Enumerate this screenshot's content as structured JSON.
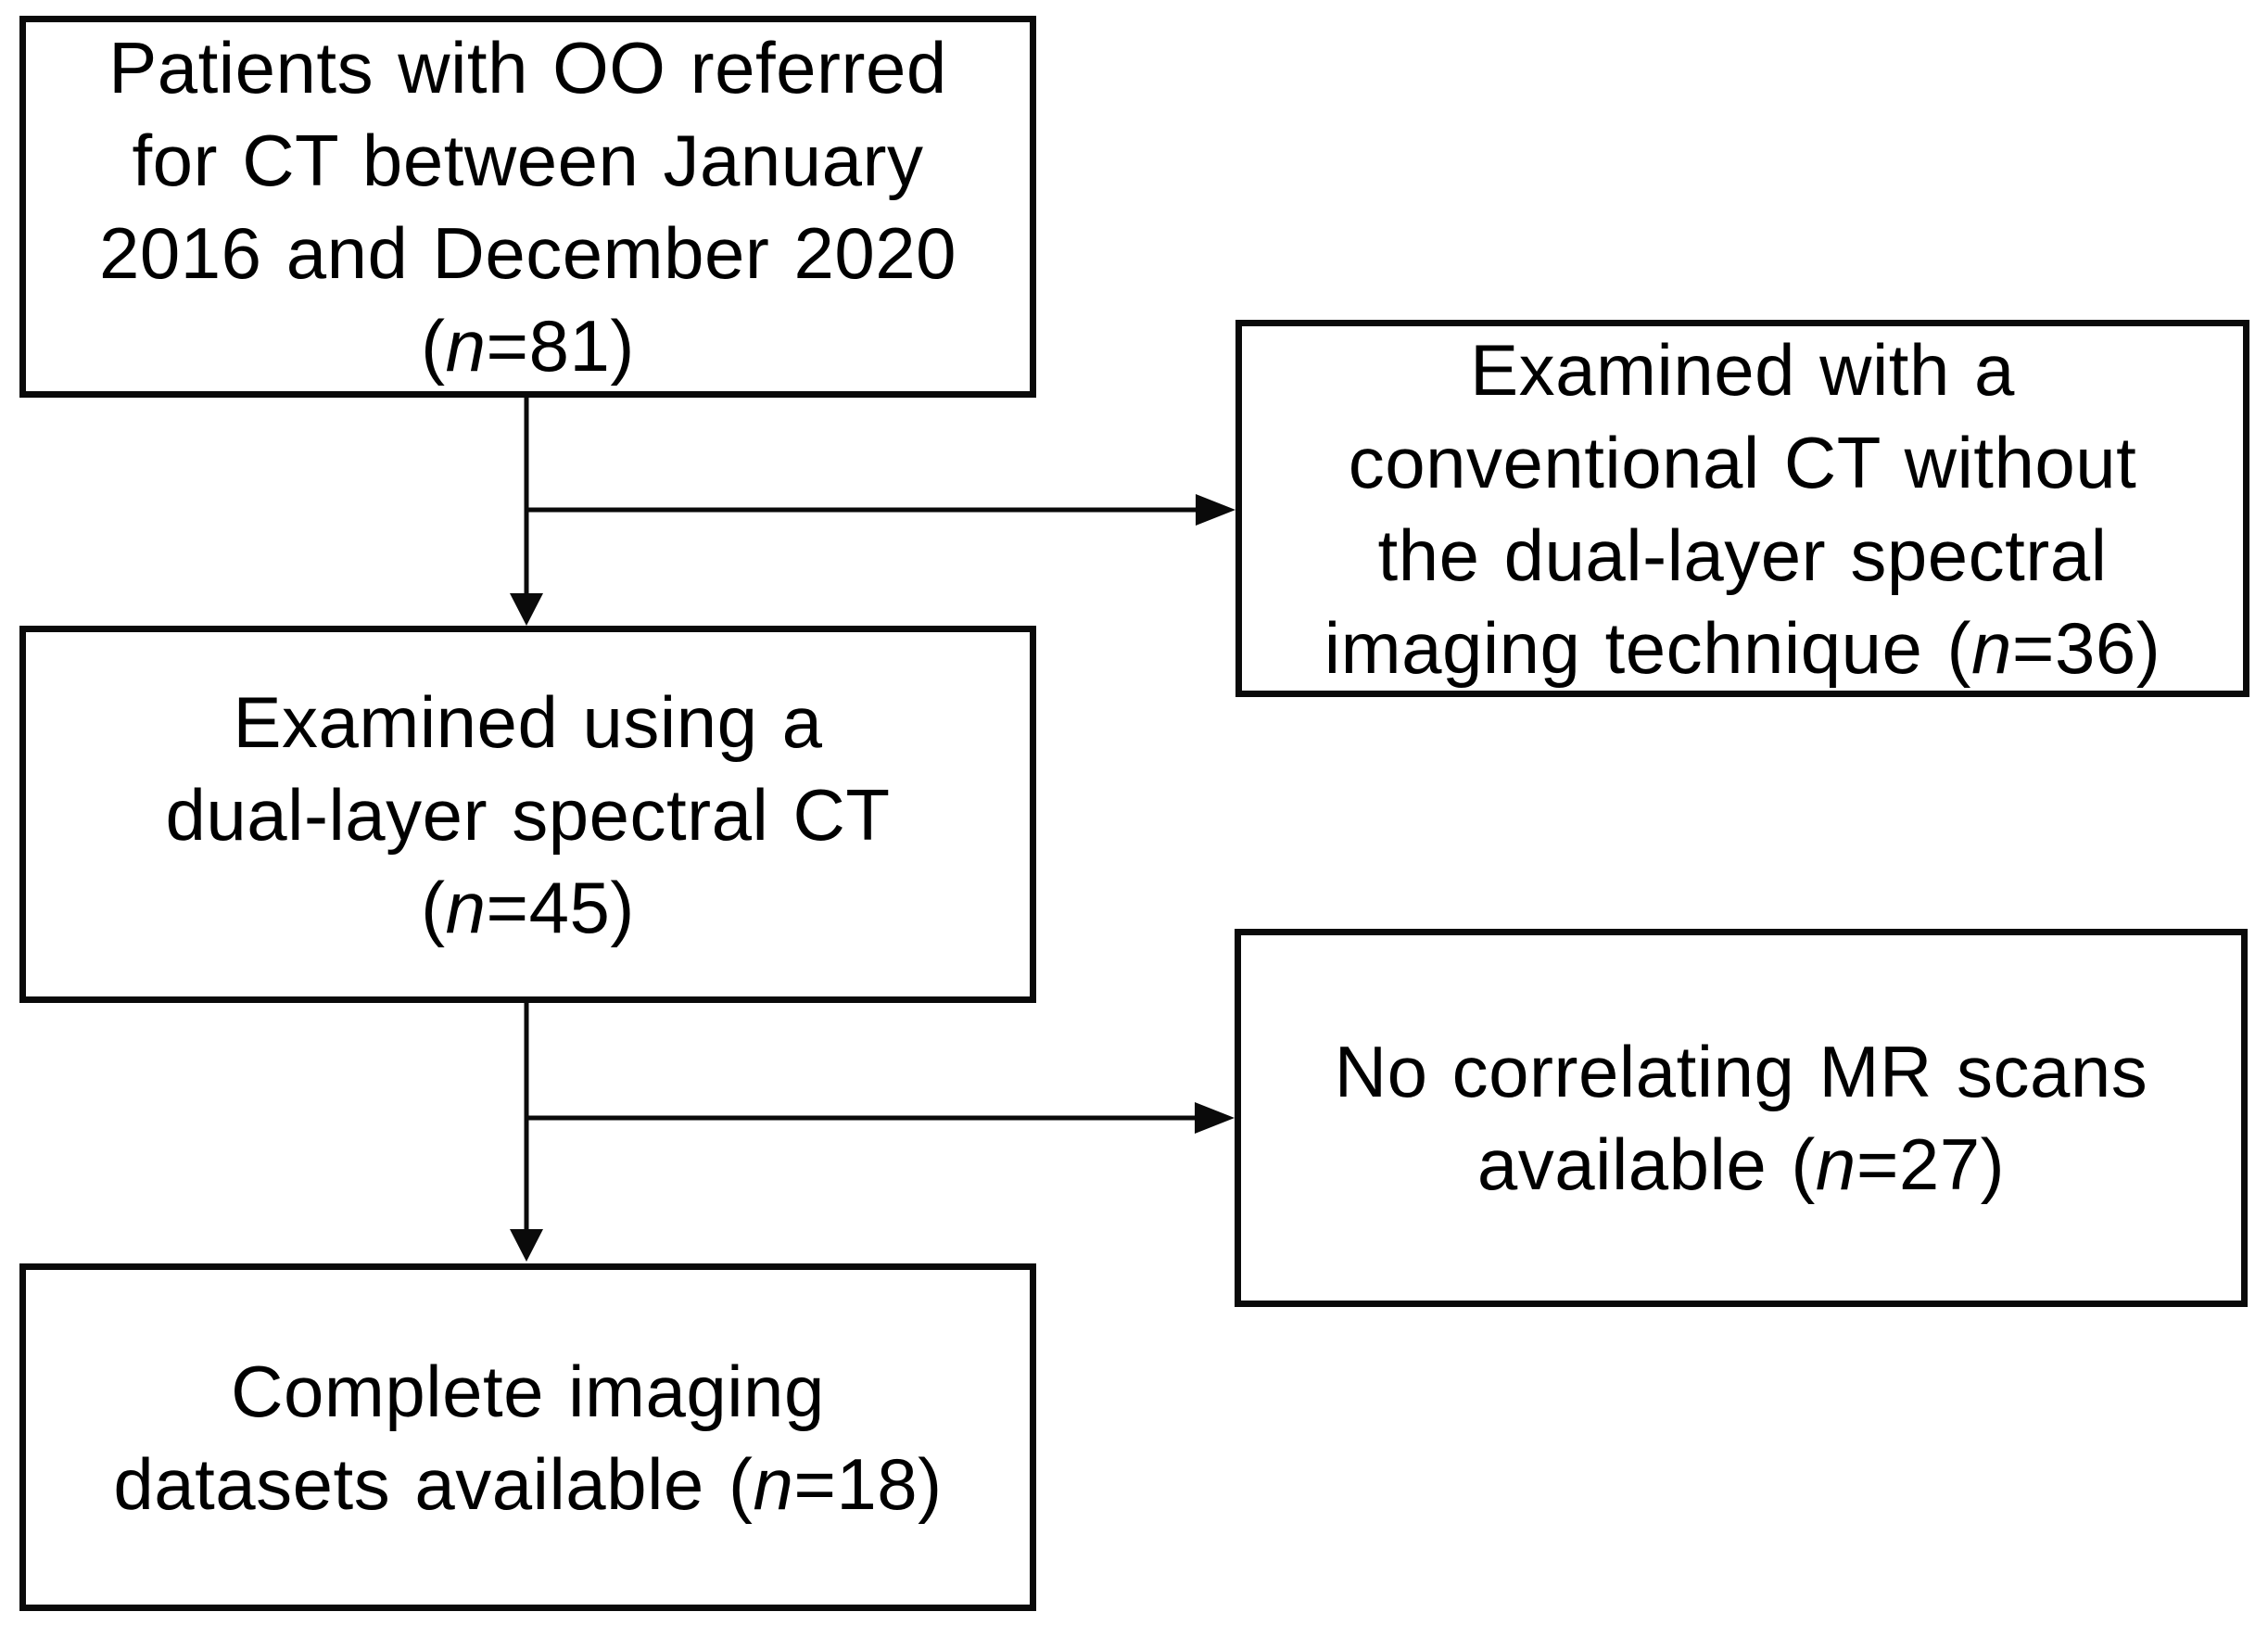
{
  "diagram": {
    "kind": "patient-flow-diagram",
    "colors": {
      "background": "#ffffff",
      "box_border": "#0a0a0a",
      "text": "#000000",
      "arrow": "#0a0a0a"
    },
    "boxes": [
      {
        "id": "patients-referred",
        "n_value": 81,
        "lines": [
          {
            "pre": "Patients with OO referred"
          },
          {
            "pre": "for CT between January"
          },
          {
            "pre": "2016 and December 2020"
          },
          {
            "pre": "(",
            "it": "n",
            "post": "=81)"
          }
        ]
      },
      {
        "id": "conventional-ct",
        "n_value": 36,
        "lines": [
          {
            "pre": "Examined with a"
          },
          {
            "pre": "conventional CT without"
          },
          {
            "pre": "the dual-layer spectral"
          },
          {
            "pre": "imaging technique (",
            "it": "n",
            "post": "=36)"
          }
        ]
      },
      {
        "id": "spectral-ct",
        "n_value": 45,
        "lines": [
          {
            "pre": "Examined using a"
          },
          {
            "pre": "dual-layer spectral CT"
          },
          {
            "pre": "(",
            "it": "n",
            "post": "=45)"
          }
        ]
      },
      {
        "id": "no-mr-scans",
        "n_value": 27,
        "lines": [
          {
            "pre": "No correlating MR scans"
          },
          {
            "pre": "available (",
            "it": "n",
            "post": "=27)"
          }
        ]
      },
      {
        "id": "complete-datasets",
        "n_value": 18,
        "lines": [
          {
            "pre": "Complete imaging"
          },
          {
            "pre": "datasets available (",
            "it": "n",
            "post": "=18)"
          }
        ]
      }
    ],
    "connectors": [
      {
        "from": "patients-referred",
        "to": "spectral-ct"
      },
      {
        "from": "patients-referred",
        "to": "conventional-ct"
      },
      {
        "from": "spectral-ct",
        "to": "complete-datasets"
      },
      {
        "from": "spectral-ct",
        "to": "no-mr-scans"
      }
    ]
  }
}
